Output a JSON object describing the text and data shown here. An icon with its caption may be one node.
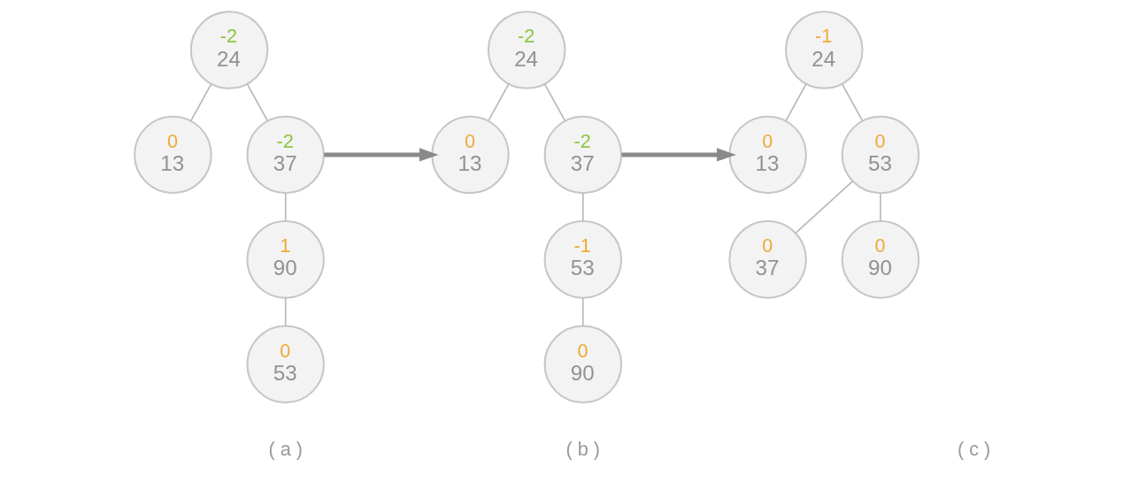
{
  "diagram": {
    "nodes": [
      {
        "text": [
          "-2",
          "24"
        ]
      },
      {
        "text": [
          "0",
          "13"
        ]
      },
      {
        "text": [
          "-2",
          "37"
        ]
      },
      {
        "text": [
          "1",
          "90"
        ]
      },
      {
        "text": [
          "0",
          "53"
        ]
      },
      {
        "text": [
          "-2",
          "24"
        ]
      },
      {
        "text": [
          "0",
          "13"
        ]
      },
      {
        "text": [
          "-2",
          "37"
        ]
      },
      {
        "text": [
          "-1",
          "53"
        ]
      },
      {
        "text": [
          "0",
          "90"
        ]
      },
      {
        "text": [
          "-1",
          "24"
        ]
      },
      {
        "text": [
          "0",
          "13"
        ]
      },
      {
        "text": [
          "0",
          "53"
        ]
      },
      {
        "text": [
          "0",
          "37"
        ]
      },
      {
        "text": [
          "0",
          "90"
        ]
      }
    ],
    "edges": [
      {
        "from": 0,
        "to": 1,
        "arrow": "none"
      },
      {
        "from": 0,
        "to": 2,
        "arrow": "none"
      },
      {
        "from": 2,
        "to": 3,
        "arrow": "none"
      },
      {
        "from": 3,
        "to": 4,
        "arrow": "none"
      },
      {
        "from": 5,
        "to": 6,
        "arrow": "none"
      },
      {
        "from": 5,
        "to": 7,
        "arrow": "none"
      },
      {
        "from": 7,
        "to": 8,
        "arrow": "none"
      },
      {
        "from": 8,
        "to": 9,
        "arrow": "none"
      },
      {
        "from": 10,
        "to": 11,
        "arrow": "none"
      },
      {
        "from": 10,
        "to": 12,
        "arrow": "none"
      },
      {
        "from": 12,
        "to": 13,
        "arrow": "none"
      },
      {
        "from": 12,
        "to": 14,
        "arrow": "none"
      },
      {
        "from": 2,
        "to": 6,
        "arrow": "to",
        "style": "thick",
        "color": "#8a8a8a"
      },
      {
        "from": 7,
        "to": 11,
        "arrow": "to",
        "style": "thick",
        "color": "#8a8a8a"
      }
    ],
    "labels": [
      "( a )",
      "( b )",
      "( c )"
    ]
  }
}
